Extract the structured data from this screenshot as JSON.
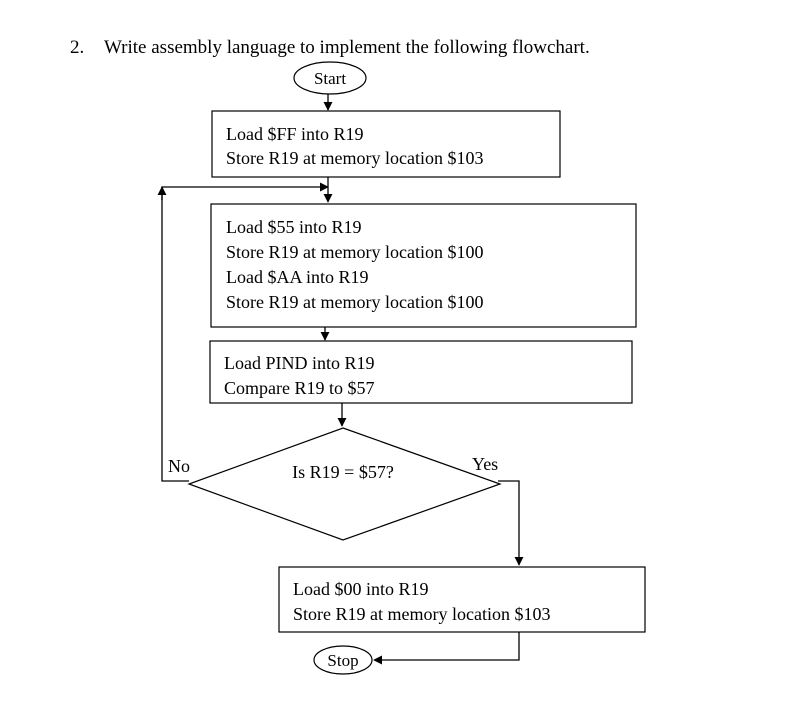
{
  "question": {
    "number": "2.",
    "prompt": "Write assembly language to implement the following flowchart."
  },
  "flowchart": {
    "start": "Start",
    "box1": [
      "Load $FF into R19",
      "Store R19 at memory location $103"
    ],
    "box2": [
      "Load $55 into R19",
      "Store R19 at memory location $100",
      "Load $AA into R19",
      "Store R19 at memory location $100"
    ],
    "box3": [
      "Load PIND into R19",
      "Compare R19 to $57"
    ],
    "decision": "Is R19 = $57?",
    "no_label": "No",
    "yes_label": "Yes",
    "box4": [
      "Load $00 into R19",
      "Store R19 at memory location $103"
    ],
    "stop": "Stop"
  }
}
